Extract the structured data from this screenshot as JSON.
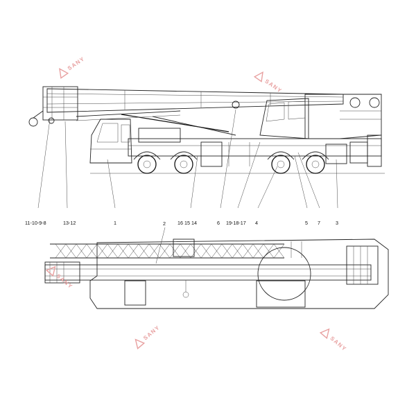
{
  "callouts": [
    "11-10-9-8",
    "13-12",
    "1",
    "16 15 14",
    "6",
    "19-18-17",
    "4",
    "5",
    "7",
    "3",
    "2"
  ],
  "watermark": {
    "text": "SANY",
    "color": "#e8a0a0"
  },
  "colors": {
    "line": "#222222",
    "background": "#ffffff"
  }
}
